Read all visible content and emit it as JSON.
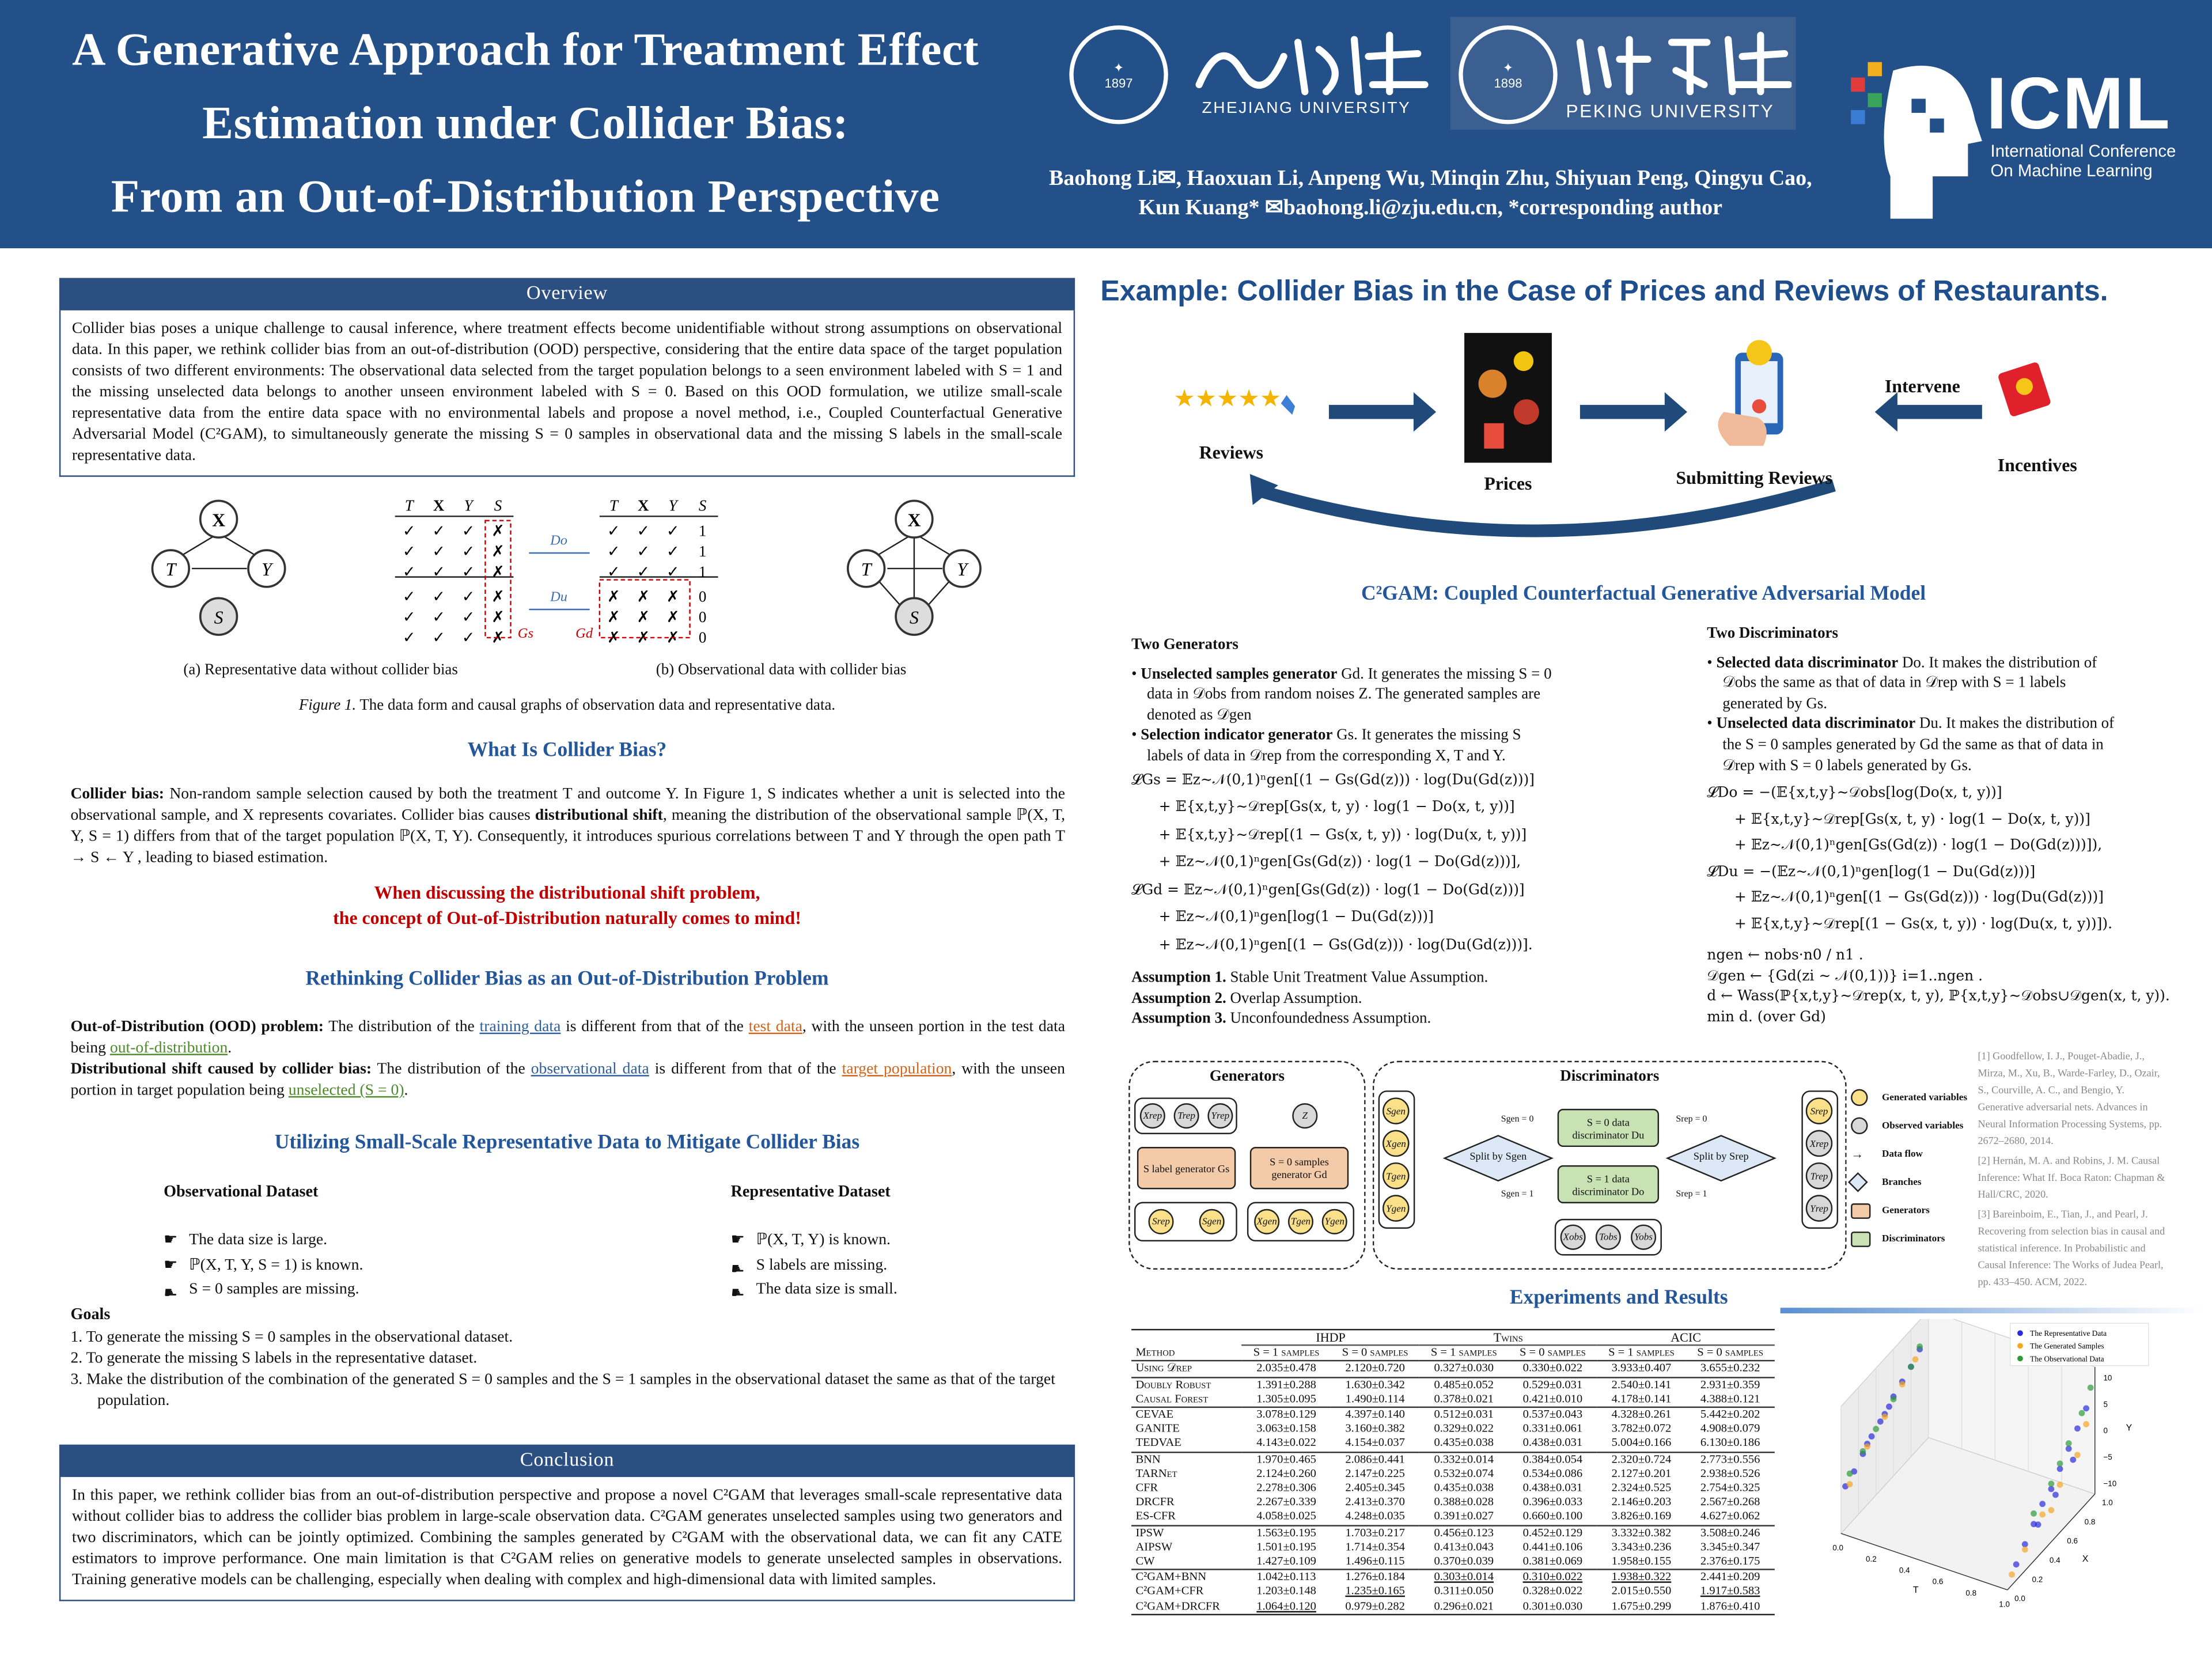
{
  "header": {
    "title_lines": [
      "A Generative Approach for Treatment Effect",
      "Estimation under Collider Bias:",
      "From an Out-of-Distribution Perspective"
    ],
    "logos": {
      "zju_seal_text": "ZHEJIANG UNIVERSITY 1897",
      "zju_cn": "浙江大学",
      "zju_en": "ZHEJIANG UNIVERSITY",
      "pku_seal_text": "PEKING UNIVERSITY 1898",
      "pku_cn": "北京大学",
      "pku_en": "PEKING UNIVERSITY",
      "icml": "ICML",
      "icml_sub1": "International Conference",
      "icml_sub2": "On Machine Learning"
    },
    "authors_line1": "Baohong Li✉, Haoxuan Li, Anpeng Wu, Minqin Zhu, Shiyuan Peng, Qingyu Cao,",
    "authors_line2": "Kun Kuang* ✉baohong.li@zju.edu.cn, *corresponding author"
  },
  "overview": {
    "title": "Overview",
    "text": "Collider bias poses a unique challenge to causal inference, where treatment effects become unidentifiable without strong assumptions on observational data. In this paper, we rethink collider bias from an out-of-distribution (OOD) perspective, considering that the entire data space of the target population consists of two different environments: The observational data selected from the target population belongs to a seen environment labeled with S = 1 and the missing unselected data belongs to another unseen environment labeled with S = 0. Based on this OOD formulation, we utilize small-scale representative data from the entire data space with no environmental labels and propose a novel method, i.e., Coupled Counterfactual Generative Adversarial Model (C²GAM), to simultaneously generate the missing S = 0 samples in observational data and the missing S labels in the small-scale representative data."
  },
  "figure1": {
    "cols_header": [
      "T",
      "X",
      "Y",
      "S"
    ],
    "left_table": [
      [
        "✓",
        "✓",
        "✓",
        "✗"
      ],
      [
        "✓",
        "✓",
        "✓",
        "✗"
      ],
      [
        "✓",
        "✓",
        "✓",
        "✗"
      ],
      [
        "✓",
        "✓",
        "✓",
        "✗"
      ],
      [
        "✓",
        "✓",
        "✓",
        "✗"
      ],
      [
        "✓",
        "✓",
        "✓",
        "✗"
      ]
    ],
    "right_table": [
      [
        "✓",
        "✓",
        "✓",
        "1"
      ],
      [
        "✓",
        "✓",
        "✓",
        "1"
      ],
      [
        "✓",
        "✓",
        "✓",
        "1"
      ],
      [
        "✗",
        "✗",
        "✗",
        "0"
      ],
      [
        "✗",
        "✗",
        "✗",
        "0"
      ],
      [
        "✗",
        "✗",
        "✗",
        "0"
      ]
    ],
    "do_label": "Do",
    "du_label": "Du",
    "gs_label": "Gs",
    "gd_label": "Gd",
    "graph_nodes": {
      "x": "X",
      "t": "T",
      "y": "Y",
      "s": "S"
    },
    "caption_a": "(a) Representative data without collider bias",
    "caption_b": "(b) Observational data with collider bias",
    "caption_prefix": "Figure 1.",
    "caption": " The data form and causal graphs of observation data and representative data."
  },
  "what": {
    "title": "What Is Collider Bias?",
    "lead": "Collider bias:",
    "text1": " Non-random sample selection caused by both the treatment T and outcome Y. In Figure 1, S indicates whether a unit is selected into the observational sample, and X represents covariates. Collider bias causes ",
    "bold2": "distributional shift",
    "text2": ", meaning the distribution of the observational sample ℙ(X, T, Y, S = 1) differs from that of the target population ℙ(X, T, Y). Consequently, it introduces spurious correlations between T and Y through the open path T → S ← Y , leading to biased estimation.",
    "red1": "When discussing the distributional shift problem,",
    "red2": "the concept of Out-of-Distribution naturally comes to mind!"
  },
  "rethink": {
    "title": "Rethinking Collider Bias as an Out-of-Distribution Problem",
    "p1_lead": "Out-of-Distribution (OOD) problem:",
    "p1_a": " The distribution of the ",
    "p1_link1": "training data",
    "p1_b": " is different from that of the ",
    "p1_link2": "test data",
    "p1_c": ", with the unseen portion in the test data being ",
    "p1_link3": "out-of-distribution",
    "p1_d": ".",
    "p2_lead": "Distributional shift caused by collider bias:",
    "p2_a": " The distribution of the ",
    "p2_link1": "observational data",
    "p2_b": " is different from that of the ",
    "p2_link2": "target population",
    "p2_c": ", with the unseen portion in target population being ",
    "p2_link3": "unselected (S = 0)",
    "p2_d": "."
  },
  "utilize": {
    "title": "Utilizing Small-Scale Representative Data to Mitigate Collider Bias",
    "obs_title": "Observational Dataset",
    "obs_items": [
      {
        "icon": "thumbs-up",
        "text": "The data size is large."
      },
      {
        "icon": "thumbs-up",
        "text": "ℙ(X, T, Y, S = 1) is known."
      },
      {
        "icon": "thumbs-down",
        "text": "S = 0 samples are missing."
      }
    ],
    "rep_title": "Representative Dataset",
    "rep_items": [
      {
        "icon": "thumbs-up",
        "text": "ℙ(X, T, Y) is known."
      },
      {
        "icon": "thumbs-down",
        "text": "S labels are missing."
      },
      {
        "icon": "thumbs-down",
        "text": "The data size is small."
      }
    ],
    "goals_title": "Goals",
    "goals": [
      "1.  To generate the missing S = 0 samples in the observational dataset.",
      "2.  To generate the missing S labels in the representative dataset.",
      "3.  Make the distribution of the combination of the generated S = 0 samples and the S = 1 samples in the observational dataset the same as that of the target population."
    ]
  },
  "conclusion": {
    "title": "Conclusion",
    "text": "In this paper, we rethink collider bias from an out-of-distribution perspective and propose a novel C²GAM that leverages small-scale representative data without collider bias to address the collider bias problem in large-scale observation data. C²GAM generates unselected samples using two generators and two discriminators, which can be jointly optimized. Combining the samples generated by C²GAM with the observational data, we can fit any CATE estimators to improve performance. One main limitation is that C²GAM relies on generative models to generate unselected samples in observations. Training generative models can be challenging, especially when dealing with complex and high-dimensional data with limited samples."
  },
  "example": {
    "title": "Example: Collider Bias in the Case of Prices and Reviews of Restaurants.",
    "reviews": "Reviews",
    "prices": "Prices",
    "submitting": "Submitting Reviews",
    "intervene": "Intervene",
    "incentives": "Incentives",
    "stars": "★★★★★"
  },
  "method": {
    "title": "C²GAM: Coupled Counterfactual Generative Adversarial Model",
    "gen_title": "Two Generators",
    "gen_b1_bold": "Unselected samples generator",
    "gen_b1": " Gd. It generates the missing S = 0 data in 𝒟obs from random noises Z. The generated samples are denoted as 𝒟gen",
    "gen_b2_bold": "Selection indicator generator",
    "gen_b2": " Gs. It generates the missing S labels of data in 𝒟rep from the corresponding X, T and Y.",
    "gen_eqs": [
      "𝓛Gs = 𝔼z∼𝒩(0,1)ⁿgen[(1 − Gs(Gd(z))) · log(Du(Gd(z)))]",
      "      + 𝔼{x,t,y}∼𝒟rep[Gs(x, t, y) · log(1 − Do(x, t, y))]",
      "      + 𝔼{x,t,y}∼𝒟rep[(1 − Gs(x, t, y)) · log(Du(x, t, y))]",
      "      + 𝔼z∼𝒩(0,1)ⁿgen[Gs(Gd(z)) · log(1 − Do(Gd(z)))],",
      "𝓛Gd = 𝔼z∼𝒩(0,1)ⁿgen[Gs(Gd(z)) · log(1 − Do(Gd(z)))]",
      "      + 𝔼z∼𝒩(0,1)ⁿgen[log(1 − Du(Gd(z)))]",
      "      + 𝔼z∼𝒩(0,1)ⁿgen[(1 − Gs(Gd(z))) · log(Du(Gd(z)))]."
    ],
    "assumptions": [
      {
        "lead": "Assumption 1.",
        "text": " Stable Unit Treatment Value Assumption."
      },
      {
        "lead": "Assumption 2.",
        "text": " Overlap Assumption."
      },
      {
        "lead": "Assumption 3.",
        "text": " Unconfoundedness Assumption."
      }
    ],
    "dis_title": "Two Discriminators",
    "dis_b1_bold": "Selected data discriminator",
    "dis_b1": " Do. It makes the distribution of 𝒟obs the same as that of data in 𝒟rep with S = 1 labels generated by Gs.",
    "dis_b2_bold": "Unselected data discriminator",
    "dis_b2": " Du. It makes the distribution of the S = 0 samples generated by Gd the same as that of data in 𝒟rep with S = 0 labels generated by Gs.",
    "dis_eqs": [
      "𝓛Do = −(𝔼{x,t,y}∼𝒟obs[log(Do(x, t, y))]",
      "      + 𝔼{x,t,y}∼𝒟rep[Gs(x, t, y) · log(1 − Do(x, t, y))]",
      "      + 𝔼z∼𝒩(0,1)ⁿgen[Gs(Gd(z)) · log(1 − Do(Gd(z)))]),",
      "𝓛Du = −(𝔼z∼𝒩(0,1)ⁿgen[log(1 − Du(Gd(z)))]",
      "      + 𝔼z∼𝒩(0,1)ⁿgen[(1 − Gs(Gd(z))) · log(Du(Gd(z)))]",
      "      + 𝔼{x,t,y}∼𝒟rep[(1 − Gs(x, t, y)) · log(Du(x, t, y))])."
    ],
    "algo": [
      "ngen ← nobs·n0 / n1 .",
      "𝒟gen ← {Gd(zi ∼ 𝒩(0,1))} i=1..ngen .",
      "d ← Wass(ℙ{x,t,y}∼𝒟rep(x, t, y), ℙ{x,t,y}∼𝒟obs∪𝒟gen(x, t, y)).",
      "min d.  (over Gd)"
    ]
  },
  "diagram": {
    "generators_title": "Generators",
    "discriminators_title": "Discriminators",
    "xrep": "Xrep",
    "trep": "Trep",
    "yrep": "Yrep",
    "z": "Z",
    "gs_box": "S label generator Gs",
    "gd_box": "S = 0 samples generator Gd",
    "srep": "Srep",
    "sgen": "Sgen",
    "xgen": "Xgen",
    "tgen": "Tgen",
    "ygen": "Ygen",
    "xobs": "Xobs",
    "tobs": "Tobs",
    "yobs": "Yobs",
    "split_gen": "Split by Sgen",
    "split_rep": "Split by Srep",
    "du_box": "S = 0 data discriminator Du",
    "do_box": "S = 1 data discriminator Do",
    "sgen0": "Sgen = 0",
    "sgen1": "Sgen = 1",
    "srep0": "Srep = 0",
    "srep1": "Srep = 1",
    "legend": [
      "Generated variables",
      "Observed variables",
      "Data flow",
      "Branches",
      "Generators",
      "Discriminators"
    ]
  },
  "references": [
    "[1] Goodfellow, I. J., Pouget-Abadie, J., Mirza, M., Xu, B., Warde-Farley, D., Ozair, S., Courville, A. C., and Bengio, Y. Generative adversarial nets. Advances in Neural Information Processing Systems, pp. 2672–2680, 2014.",
    "[2] Hernán, M. A. and Robins, J. M. Causal Inference: What If. Boca Raton: Chapman & Hall/CRC, 2020.",
    "[3] Bareinboim, E., Tian, J., and Pearl, J. Recovering from selection bias in causal and statistical inference. In Probabilistic and Causal Inference: The Works of Judea Pearl, pp. 433–450. ACM, 2022."
  ],
  "experiments": {
    "title": "Experiments and Results",
    "datasets": [
      "IHDP",
      "Twins",
      "ACIC"
    ],
    "method_header": "Method",
    "sub_headers": [
      "S = 1 samples",
      "S = 0 samples",
      "S = 1 samples",
      "S = 0 samples",
      "S = 1 samples",
      "S = 0 samples"
    ],
    "groups": [
      [
        [
          "Using 𝒟rep",
          "2.035±0.478",
          "2.120±0.720",
          "0.327±0.030",
          "0.330±0.022",
          "3.933±0.407",
          "3.655±0.232"
        ]
      ],
      [
        [
          "Doubly Robust",
          "1.391±0.288",
          "1.630±0.342",
          "0.485±0.052",
          "0.529±0.031",
          "2.540±0.141",
          "2.931±0.359"
        ],
        [
          "Causal Forest",
          "1.305±0.095",
          "1.490±0.114",
          "0.378±0.021",
          "0.421±0.010",
          "4.178±0.141",
          "4.388±0.121"
        ]
      ],
      [
        [
          "CEVAE",
          "3.078±0.129",
          "4.397±0.140",
          "0.512±0.031",
          "0.537±0.043",
          "4.328±0.261",
          "5.442±0.202"
        ],
        [
          "GANITE",
          "3.063±0.158",
          "3.160±0.382",
          "0.329±0.022",
          "0.331±0.061",
          "3.782±0.072",
          "4.908±0.079"
        ],
        [
          "TEDVAE",
          "4.143±0.022",
          "4.154±0.037",
          "0.435±0.038",
          "0.438±0.031",
          "5.004±0.166",
          "6.130±0.186"
        ]
      ],
      [
        [
          "BNN",
          "1.970±0.465",
          "2.086±0.441",
          "0.332±0.014",
          "0.384±0.054",
          "2.320±0.724",
          "2.773±0.556"
        ],
        [
          "TARNet",
          "2.124±0.260",
          "2.147±0.225",
          "0.532±0.074",
          "0.534±0.086",
          "2.127±0.201",
          "2.938±0.526"
        ],
        [
          "CFR",
          "2.278±0.306",
          "2.405±0.345",
          "0.435±0.038",
          "0.438±0.031",
          "2.324±0.525",
          "2.754±0.325"
        ],
        [
          "DRCFR",
          "2.267±0.339",
          "2.413±0.370",
          "0.388±0.028",
          "0.396±0.033",
          "2.146±0.203",
          "2.567±0.268"
        ],
        [
          "ES-CFR",
          "4.058±0.025",
          "4.248±0.035",
          "0.391±0.027",
          "0.660±0.100",
          "3.826±0.169",
          "4.627±0.062"
        ]
      ],
      [
        [
          "IPSW",
          "1.563±0.195",
          "1.703±0.217",
          "0.456±0.123",
          "0.452±0.129",
          "3.332±0.382",
          "3.508±0.246"
        ],
        [
          "AIPSW",
          "1.501±0.195",
          "1.714±0.354",
          "0.413±0.043",
          "0.441±0.106",
          "3.343±0.236",
          "3.345±0.347"
        ],
        [
          "CW",
          "1.427±0.109",
          "1.496±0.115",
          "0.370±0.039",
          "0.381±0.069",
          "1.958±0.155",
          "2.376±0.175"
        ]
      ],
      [
        [
          "C²GAM+BNN",
          "1.042±0.113",
          "1.276±0.184",
          "0.303±0.014",
          "0.310±0.022",
          "1.938±0.322",
          "2.441±0.209"
        ],
        [
          "C²GAM+CFR",
          "1.203±0.148",
          "1.235±0.165",
          "0.311±0.050",
          "0.328±0.022",
          "2.015±0.550",
          "1.917±0.583"
        ],
        [
          "C²GAM+DRCFR",
          "1.064±0.120",
          "0.979±0.282",
          "0.296±0.021",
          "0.301±0.030",
          "1.675±0.299",
          "1.876±0.410"
        ]
      ]
    ],
    "bold_cells": [
      [
        0,
        1
      ],
      [
        2,
        2
      ],
      [
        2,
        3
      ],
      [
        2,
        4
      ],
      [
        2,
        5
      ],
      [
        2,
        6
      ]
    ],
    "underline_cells": [
      [
        0,
        3
      ],
      [
        0,
        4
      ],
      [
        0,
        5
      ],
      [
        1,
        2
      ],
      [
        1,
        6
      ],
      [
        2,
        1
      ]
    ]
  },
  "chart_data": {
    "type": "scatter",
    "projection": "3d",
    "xlabel": "T",
    "ylabel": "X",
    "zlabel": "Y",
    "t_ticks": [
      "0.0",
      "0.2",
      "0.4",
      "0.6",
      "0.8",
      "1.0"
    ],
    "x_ticks": [
      "0.0",
      "0.2",
      "0.4",
      "0.6",
      "0.8",
      "1.0"
    ],
    "y_ticks": [
      "−10",
      "−5",
      "0",
      "5",
      "10"
    ],
    "t_range": [
      0,
      1
    ],
    "x_range": [
      0,
      1
    ],
    "y_range": [
      -12,
      12
    ],
    "legend_position": "top-right",
    "series": [
      {
        "name": "The Representative Data",
        "color": "#2b2bdc",
        "points": [
          [
            0,
            0.05,
            -4
          ],
          [
            0,
            0.15,
            -3
          ],
          [
            0,
            0.25,
            -1.5
          ],
          [
            0,
            0.35,
            0
          ],
          [
            0,
            0.45,
            1
          ],
          [
            0,
            0.55,
            2
          ],
          [
            0,
            0.6,
            3
          ],
          [
            0,
            0.7,
            4
          ],
          [
            0,
            0.8,
            5
          ],
          [
            0,
            0.9,
            6.5
          ],
          [
            0,
            0.3,
            -0.5
          ],
          [
            0,
            0.5,
            1.5
          ],
          [
            1,
            0.1,
            -9
          ],
          [
            1,
            0.2,
            -7
          ],
          [
            1,
            0.3,
            -5
          ],
          [
            1,
            0.4,
            -3
          ],
          [
            1,
            0.5,
            -2
          ],
          [
            1,
            0.6,
            0
          ],
          [
            1,
            0.7,
            2
          ],
          [
            1,
            0.8,
            4
          ],
          [
            1,
            0.9,
            6
          ],
          [
            1,
            0.35,
            -6
          ],
          [
            1,
            0.55,
            -4
          ],
          [
            1,
            0.75,
            -1
          ]
        ]
      },
      {
        "name": "The Generated Samples",
        "color": "#f5a623",
        "points": [
          [
            0,
            0.1,
            -4.5
          ],
          [
            0,
            0.3,
            -1
          ],
          [
            0,
            0.5,
            1
          ],
          [
            0,
            0.7,
            3.5
          ],
          [
            0,
            0.85,
            5.5
          ],
          [
            1,
            0.05,
            -10
          ],
          [
            1,
            0.2,
            -8
          ],
          [
            1,
            0.4,
            -5
          ],
          [
            1,
            0.6,
            -3
          ],
          [
            1,
            0.8,
            -1
          ],
          [
            1,
            0.9,
            3
          ],
          [
            1,
            0.5,
            -6
          ]
        ]
      },
      {
        "name": "The Observational Data",
        "color": "#2e9a3a",
        "points": [
          [
            0,
            0.1,
            -2.5
          ],
          [
            0,
            0.25,
            -1
          ],
          [
            0,
            0.4,
            0.5
          ],
          [
            0,
            0.6,
            2.5
          ],
          [
            0,
            0.8,
            5
          ],
          [
            0,
            0.9,
            7
          ],
          [
            1,
            0.3,
            -3
          ],
          [
            1,
            0.5,
            -1
          ],
          [
            1,
            0.6,
            1
          ],
          [
            1,
            0.7,
            3
          ],
          [
            1,
            0.85,
            6
          ],
          [
            1,
            0.95,
            9
          ]
        ]
      }
    ]
  }
}
